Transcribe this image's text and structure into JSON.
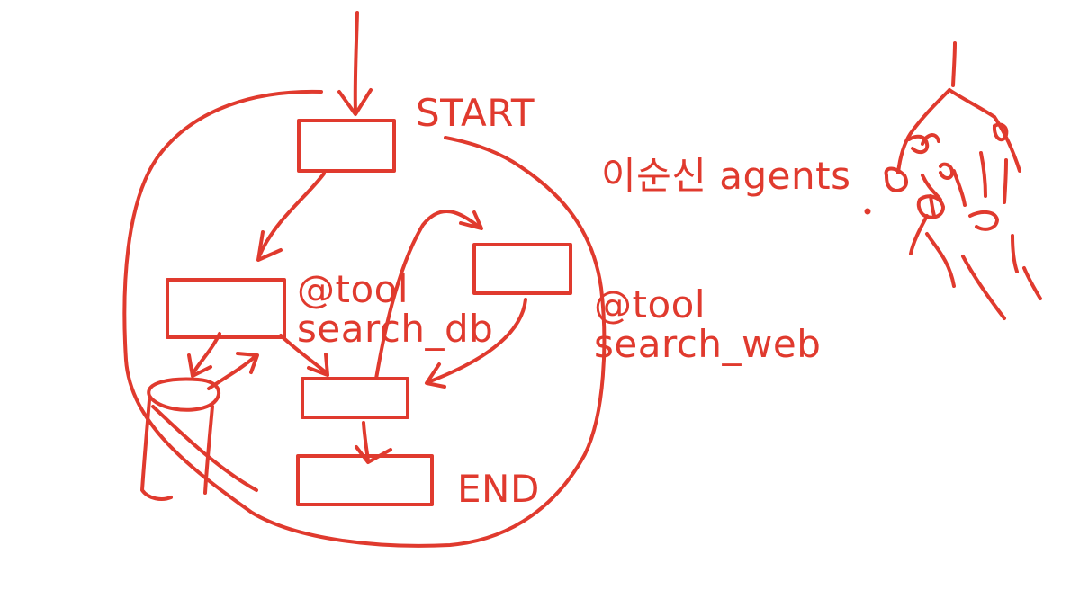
{
  "colors": {
    "ink": "#e03a2e",
    "background": "#ffffff"
  },
  "labels": {
    "start": "START",
    "end": "END",
    "tool_db_decorator": "@tool",
    "tool_db_name": "search_db",
    "tool_web_decorator": "@tool",
    "tool_web_name": "search_web",
    "agents": "이순신 agents"
  },
  "icons": {
    "figure": "hand-drawn-figure-sketch",
    "database": "cylinder-database"
  }
}
